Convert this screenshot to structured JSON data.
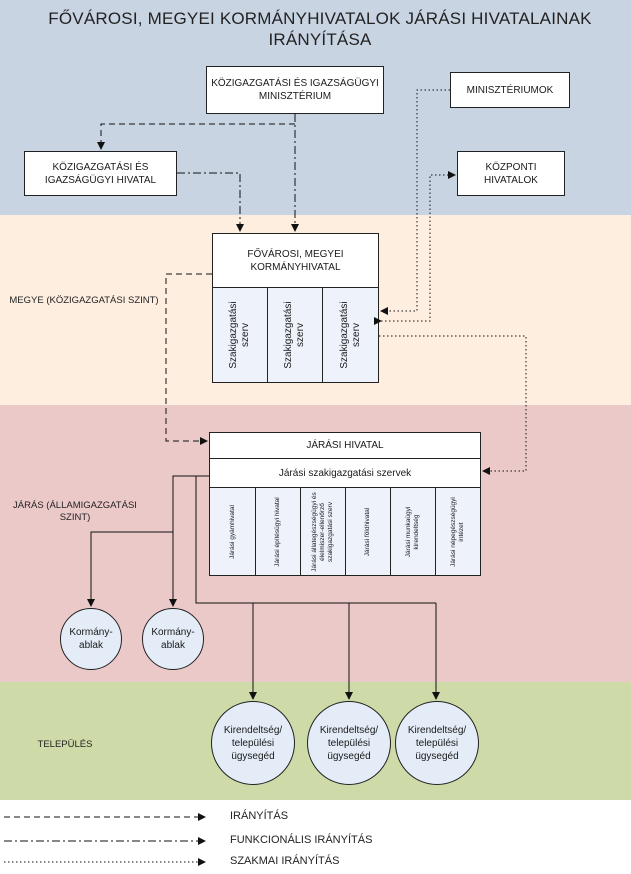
{
  "title": "FŐVÁROSI, MEGYEI KORMÁNYHIVATALOK JÁRÁSI HIVATALAINAK IRÁNYÍTÁSA",
  "colors": {
    "top_band": "#c9d4e3",
    "megye_band": "#fdeee0",
    "jaras_band": "#ecc9c9",
    "telepules_band": "#cfdaa9"
  },
  "nodes": {
    "kim": "KÖZIGAZGATÁSI ÉS IGAZSÁGÜGYI MINISZTÉRIUM",
    "miniszteriumok": "MINISZTÉRIUMOK",
    "kih": "KÖZIGAZGATÁSI ÉS IGAZSÁGÜGYI HIVATAL",
    "kozponti": "KÖZPONTI HIVATALOK",
    "kormanyhivatal": "FŐVÁROSI, MEGYEI KORMÁNYHIVATAL",
    "szakigazgatasi": [
      "Szakigazgatási szerv",
      "Szakigazgatási szerv",
      "Szakigazgatási szerv"
    ],
    "jarasi_hivatal": "JÁRÁSI HIVATAL",
    "jarasi_szakig": "Járási szakigazgatási szervek",
    "jarasi_szervek": [
      "Járási gyámhivatal",
      "Járási építésügyi hivatal",
      "Járási állategészségügyi és élelmiszer-ellenőrző szakigazgatási szerv",
      "Járási földhivatal",
      "Járási munkaügyi kirendeltség",
      "Járási népegészségügyi intézet"
    ],
    "kormanyablak": [
      "Kormány-ablak",
      "Kormány-ablak"
    ],
    "kirendeltseg": [
      "Kirendeltség/ települési ügysegéd",
      "Kirendeltség/ települési ügysegéd",
      "Kirendeltség/ települési ügysegéd"
    ]
  },
  "levels": {
    "megye": "MEGYE (KÖZIGAZGATÁSI SZINT)",
    "jaras": "JÁRÁS (ÁLLAMIGAZGATÁSI SZINT)",
    "telepules": "TELEPÜLÉS"
  },
  "legend": {
    "iranyitas": "IRÁNYÍTÁS",
    "funkcionalis": "FUNKCIONÁLIS IRÁNYÍTÁS",
    "szakmai": "SZAKMAI IRÁNYÍTÁS"
  }
}
